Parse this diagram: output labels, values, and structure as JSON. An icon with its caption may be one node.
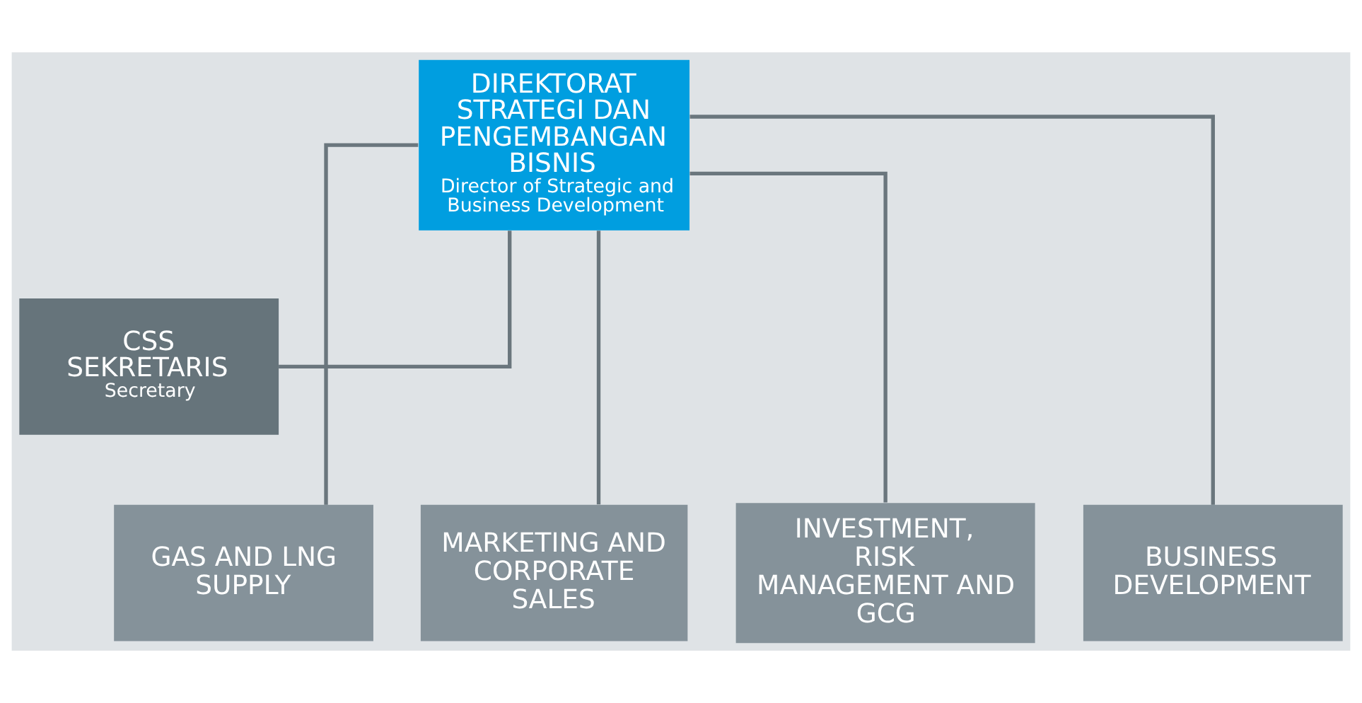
{
  "diagram": {
    "nodes": [
      {
        "text": [
          "DIREKTORAT STRATEGI DAN PENGEMBANGAN BISNIS",
          "Director of Strategic and Business Development"
        ]
      },
      {
        "text": [
          "CSS SEKRETARIS",
          "Secretary"
        ]
      },
      {
        "text": [
          "GAS AND LNG SUPPLY"
        ]
      },
      {
        "text": [
          "MARKETING AND CORPORATE SALES"
        ]
      },
      {
        "text": [
          "INVESTMENT, RISK MANAGEMENT AND GCG"
        ]
      },
      {
        "text": [
          "BUSINESS DEVELOPMENT"
        ]
      }
    ],
    "edges": [
      {
        "from": 0,
        "to": 1,
        "arrow": "none"
      },
      {
        "from": 0,
        "to": 2,
        "arrow": "none"
      },
      {
        "from": 0,
        "to": 3,
        "arrow": "none"
      },
      {
        "from": 0,
        "to": 4,
        "arrow": "none"
      },
      {
        "from": 0,
        "to": 5,
        "arrow": "none"
      }
    ]
  }
}
